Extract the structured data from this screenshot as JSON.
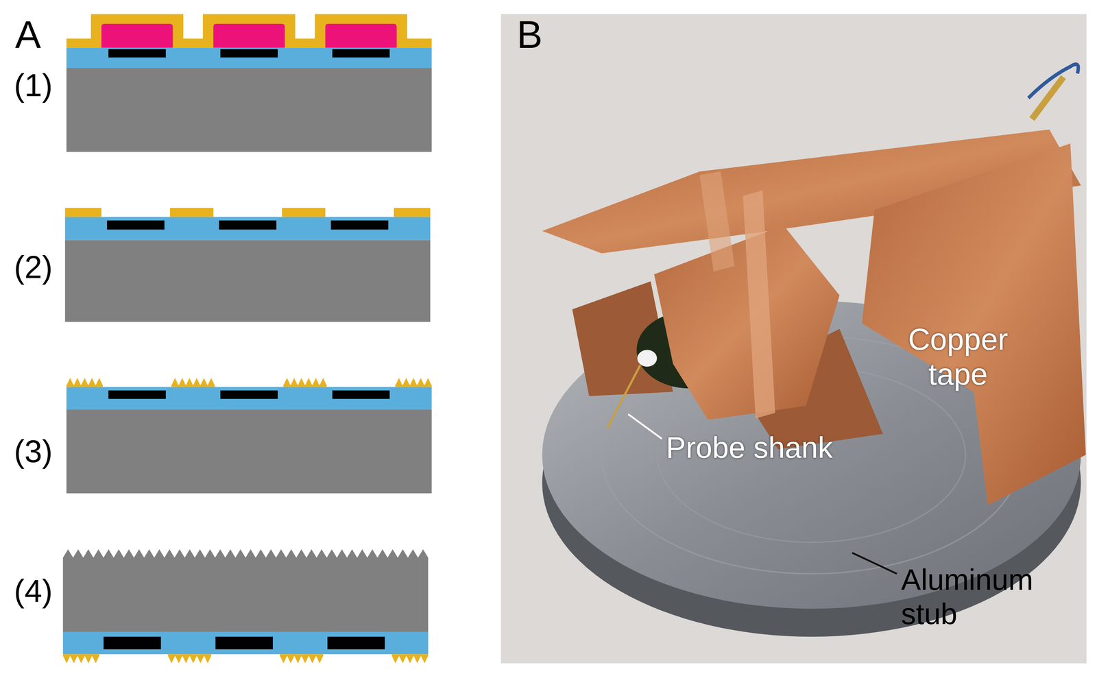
{
  "diagram": {
    "labels": [
      "A",
      "(1)",
      "(2)",
      "(3)",
      "(4)",
      "B",
      "Copper tape",
      "Probe shank",
      "Aluminum stub"
    ]
  }
}
